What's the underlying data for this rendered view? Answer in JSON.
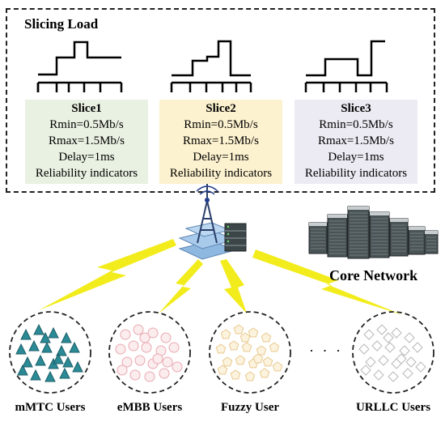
{
  "title": "Slicing Load",
  "slices": [
    {
      "name": "Slice1",
      "rmin": "Rmin=0.5Mb/s",
      "rmax": "Rmax=1.5Mb/s",
      "delay": "Delay=1ms",
      "reliability": "Reliability indicators",
      "color": "#e9f1e2"
    },
    {
      "name": "Slice2",
      "rmin": "Rmin=0.5Mb/s",
      "rmax": "Rmax=1.5Mb/s",
      "delay": "Delay=1ms",
      "reliability": "Reliability indicators",
      "color": "#fdf2cf"
    },
    {
      "name": "Slice3",
      "rmin": "Rmin=0.5Mb/s",
      "rmax": "Rmax=1.5Mb/s",
      "delay": "Delay=1ms",
      "reliability": "Reliability indicators",
      "color": "#ecebf3"
    }
  ],
  "core_network": "Core Network",
  "ellipsis": "· · ·",
  "user_groups": [
    {
      "label": "mMTC Users",
      "marker": "triangle",
      "color": "#2a8a96"
    },
    {
      "label": "eMBB Users",
      "marker": "circle",
      "color": "#e8a9b0"
    },
    {
      "label": "Fuzzy User",
      "marker": "pentagon",
      "color": "#e8c98f"
    },
    {
      "label": "URLLC Users",
      "marker": "diamond",
      "color": "#b8b8b8"
    }
  ],
  "icons": [
    "base-station-icon",
    "server-rack-icon",
    "lightning-bolt-icon",
    "core-server-icon"
  ]
}
